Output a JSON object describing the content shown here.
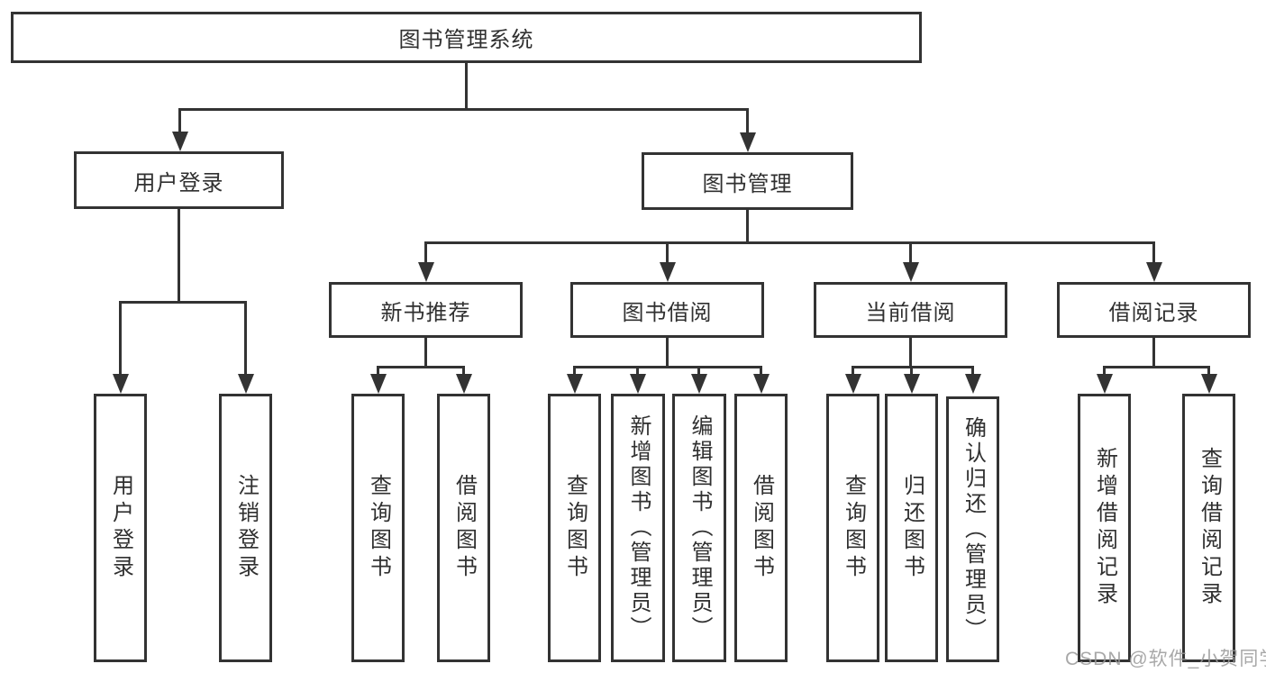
{
  "tree": {
    "label": "图书管理系统",
    "children": [
      {
        "label": "用户登录",
        "children": [
          {
            "label": "用户登录"
          },
          {
            "label": "注销登录"
          }
        ]
      },
      {
        "label": "图书管理",
        "children": [
          {
            "label": "新书推荐",
            "children": [
              {
                "label": "查询图书"
              },
              {
                "label": "借阅图书"
              }
            ]
          },
          {
            "label": "图书借阅",
            "children": [
              {
                "label": "查询图书"
              },
              {
                "label": "新增图书（管理员）"
              },
              {
                "label": "编辑图书（管理员）"
              },
              {
                "label": "借阅图书"
              }
            ]
          },
          {
            "label": "当前借阅",
            "children": [
              {
                "label": "查询图书"
              },
              {
                "label": "归还图书"
              },
              {
                "label": "确认归还（管理员）"
              }
            ]
          },
          {
            "label": "借阅记录",
            "children": [
              {
                "label": "新增借阅记录"
              },
              {
                "label": "查询借阅记录"
              }
            ]
          }
        ]
      }
    ]
  },
  "watermark": "CSDN @软件_小贺同学",
  "colors": {
    "line": "#333333",
    "text": "#303030",
    "background": "#ffffff",
    "watermark": "#9a9a9a"
  }
}
